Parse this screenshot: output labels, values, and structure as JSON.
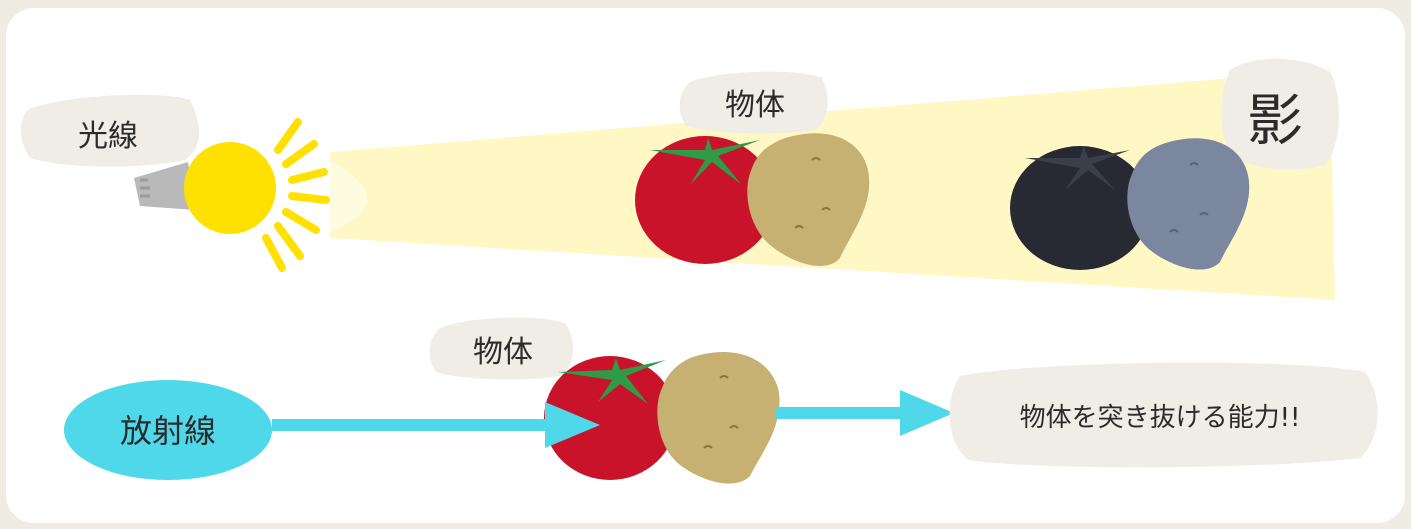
{
  "labels": {
    "light_ray": "光線",
    "object_top": "物体",
    "shadow": "影",
    "radiation": "放射線",
    "object_bottom": "物体",
    "penetration": "物体を突き抜ける能力!!"
  },
  "colors": {
    "background": "#efece3",
    "panel": "#ffffff",
    "bubble": "#efede6",
    "bulb": "#ffe000",
    "bulb_base": "#b9b9b9",
    "light_beam": "#fff7bf",
    "tomato": "#c8132a",
    "tomato_leaf": "#2f9a48",
    "potato": "#c6b072",
    "shadow_tomato": "#272a33",
    "shadow_potato": "#7b879f",
    "radiation": "#4fd8ea",
    "text": "#2b2b2b"
  },
  "icons": [
    "light-bulb-icon",
    "tomato-icon",
    "potato-icon"
  ]
}
